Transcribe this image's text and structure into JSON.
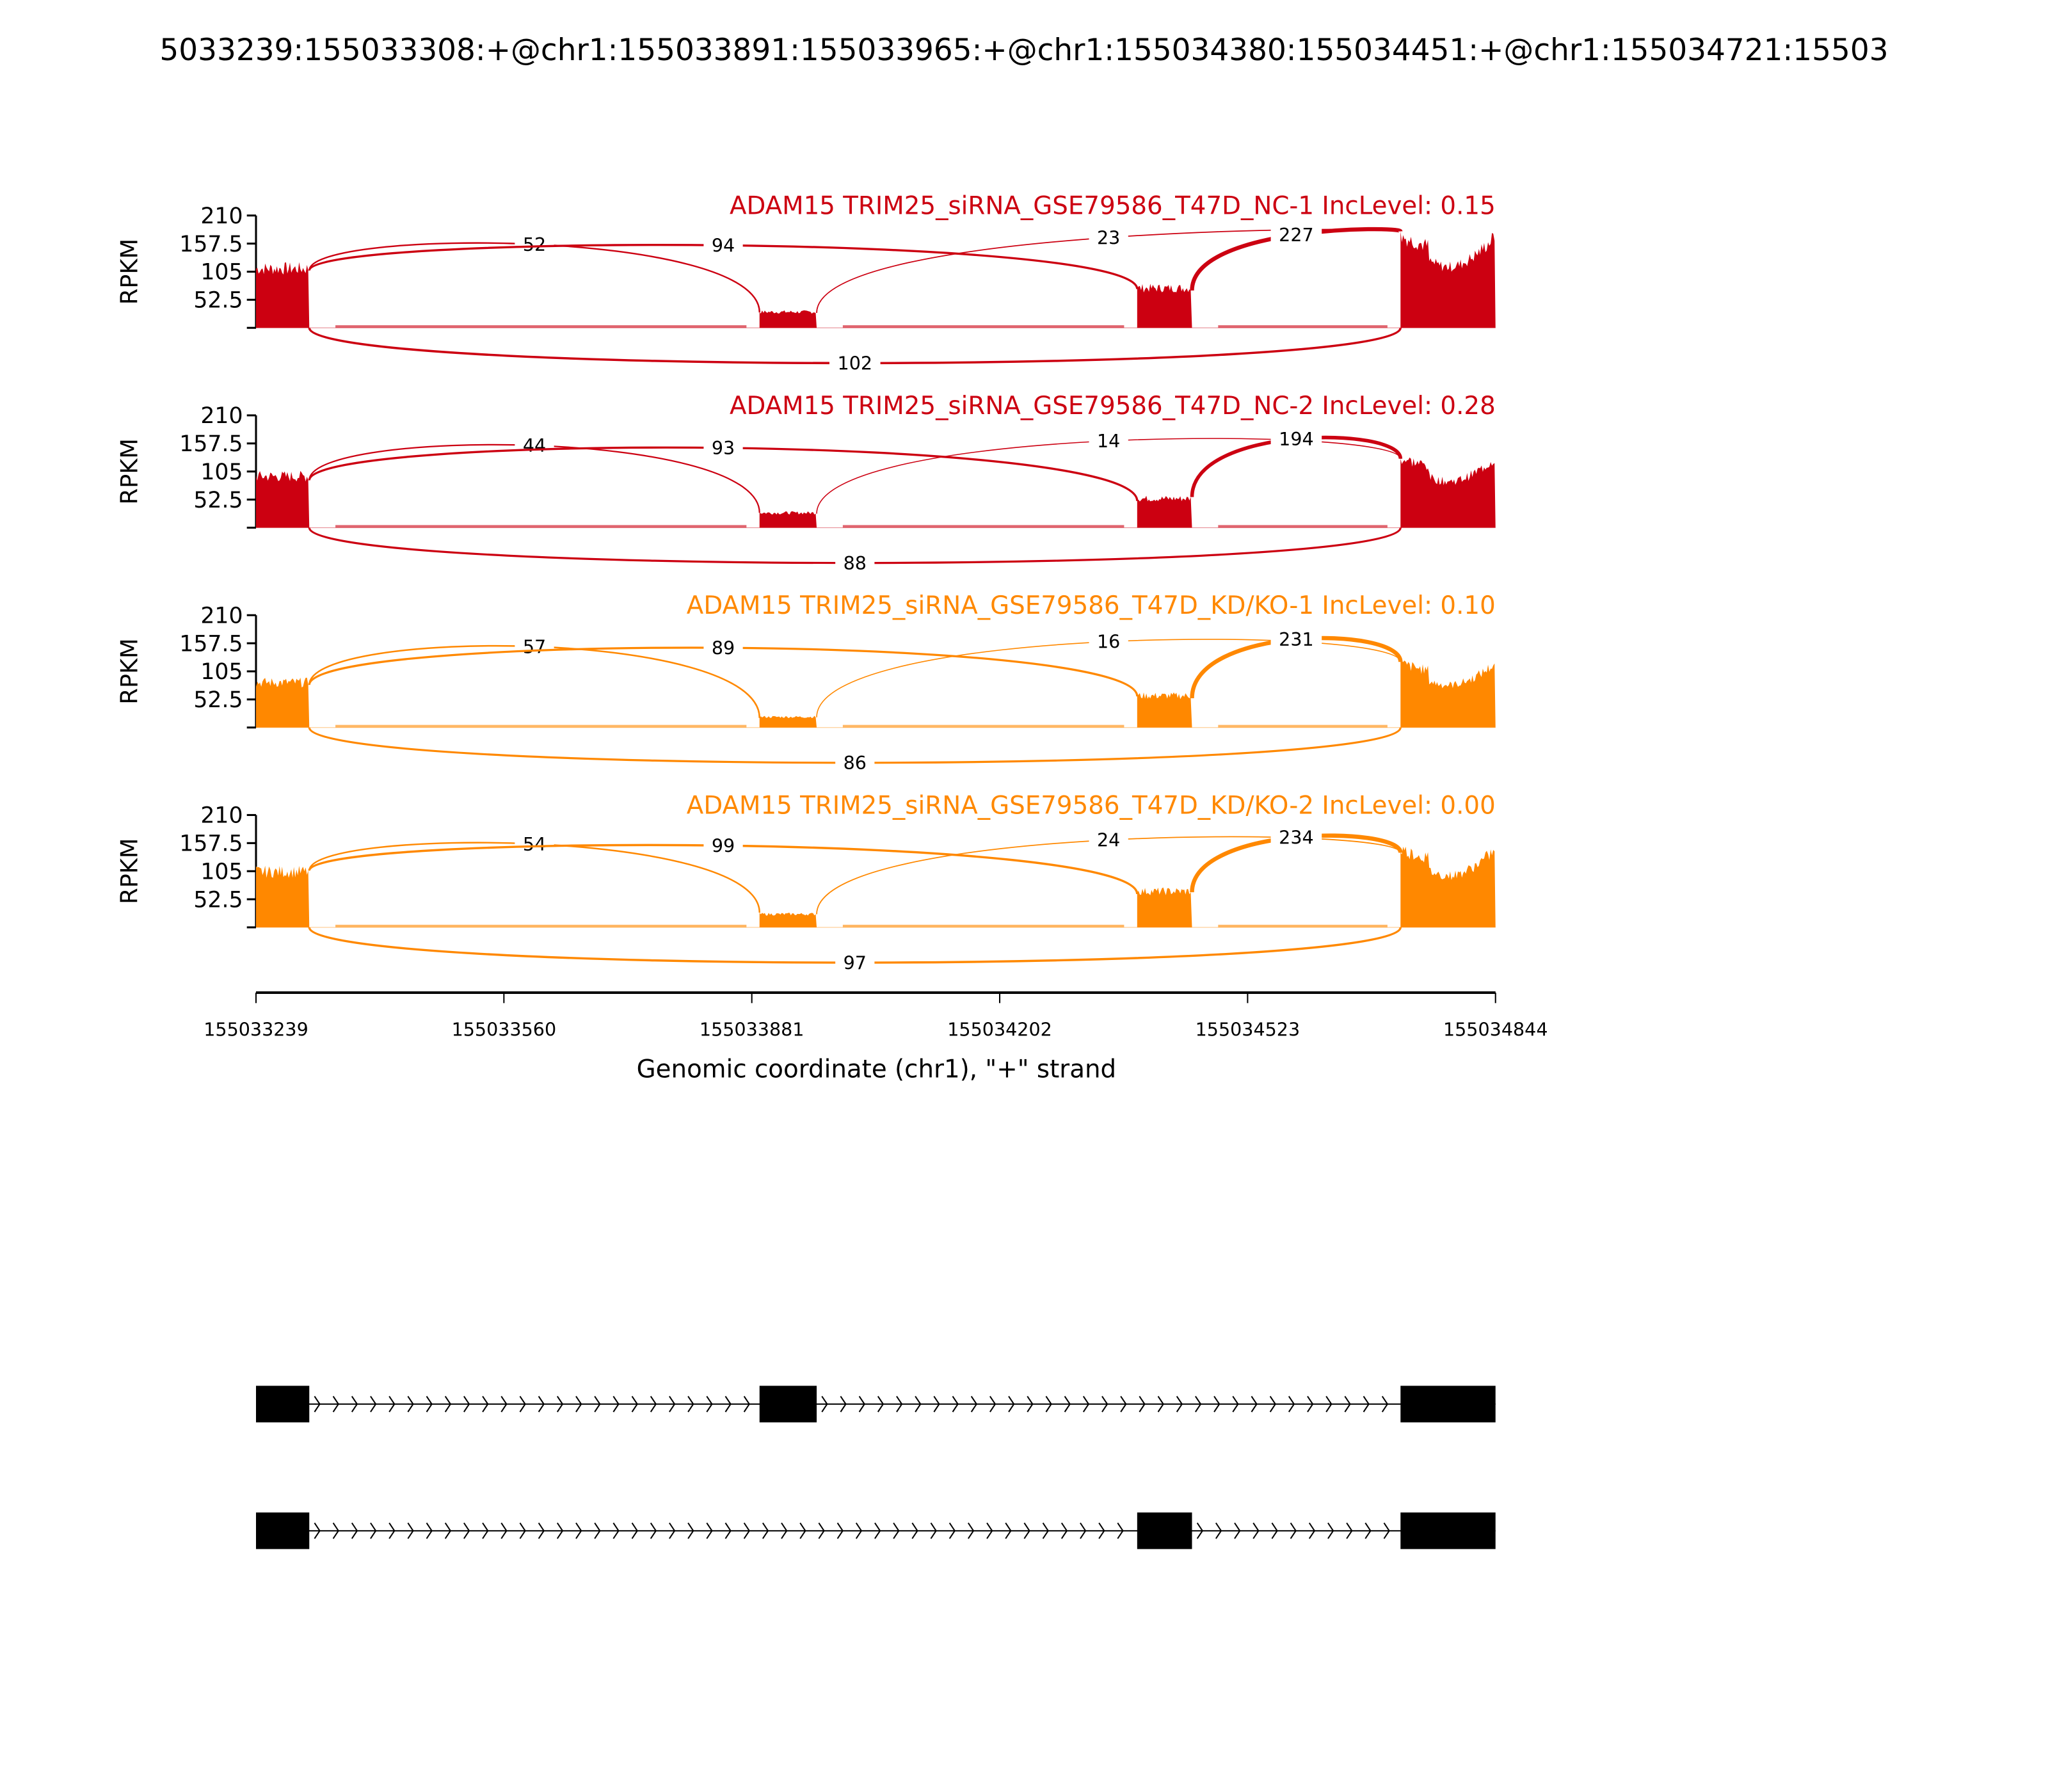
{
  "chart_data": {
    "type": "sashimi",
    "title": "5033239:155033308:+@chr1:155033891:155033965:+@chr1:155034380:155034451:+@chr1:155034721:15503",
    "xlabel": "Genomic coordinate (chr1), \"+\" strand",
    "ylabel": "RPKM",
    "xlim": [
      155033239,
      155034844
    ],
    "ylim": [
      0,
      210
    ],
    "yticks": [
      "52.5",
      "105",
      "157.5",
      "210"
    ],
    "xticks": [
      "155033239",
      "155033560",
      "155033881",
      "155034202",
      "155034523",
      "155034844"
    ],
    "exons": [
      [
        155033239,
        155033308
      ],
      [
        155033891,
        155033965
      ],
      [
        155034380,
        155034451
      ],
      [
        155034721,
        155034844
      ]
    ],
    "colors": {
      "NC": "#cc0011",
      "KD": "#ff8800"
    },
    "panels": [
      {
        "title": "ADAM15 TRIM25_siRNA_GSE79586_T47D_NC-1 IncLevel: 0.15",
        "color": "#cc0011",
        "exon_rpkm": [
          112,
          30,
          75,
          165
        ],
        "junctions": [
          {
            "from": 0,
            "to": 1,
            "count": "52"
          },
          {
            "from": 0,
            "to": 2,
            "count": "94"
          },
          {
            "from": 1,
            "to": 3,
            "count": "23"
          },
          {
            "from": 2,
            "to": 3,
            "count": "227"
          },
          {
            "from": 0,
            "to": 3,
            "count": "102",
            "below": true
          }
        ]
      },
      {
        "title": "ADAM15 TRIM25_siRNA_GSE79586_T47D_NC-2 IncLevel: 0.28",
        "color": "#cc0011",
        "exon_rpkm": [
          97,
          28,
          55,
          125
        ],
        "junctions": [
          {
            "from": 0,
            "to": 1,
            "count": "44"
          },
          {
            "from": 0,
            "to": 2,
            "count": "93"
          },
          {
            "from": 1,
            "to": 3,
            "count": "14"
          },
          {
            "from": 2,
            "to": 3,
            "count": "194"
          },
          {
            "from": 0,
            "to": 3,
            "count": "88",
            "below": true
          }
        ]
      },
      {
        "title": "ADAM15 TRIM25_siRNA_GSE79586_T47D_KD/KO-1 IncLevel: 0.10",
        "color": "#ff8800",
        "exon_rpkm": [
          85,
          20,
          60,
          115
        ],
        "junctions": [
          {
            "from": 0,
            "to": 1,
            "count": "57"
          },
          {
            "from": 0,
            "to": 2,
            "count": "89"
          },
          {
            "from": 1,
            "to": 3,
            "count": "16"
          },
          {
            "from": 2,
            "to": 3,
            "count": "231"
          },
          {
            "from": 0,
            "to": 3,
            "count": "86",
            "below": true
          }
        ]
      },
      {
        "title": "ADAM15 TRIM25_siRNA_GSE79586_T47D_KD/KO-2 IncLevel: 0.00",
        "color": "#ff8800",
        "exon_rpkm": [
          105,
          25,
          68,
          140
        ],
        "junctions": [
          {
            "from": 0,
            "to": 1,
            "count": "54"
          },
          {
            "from": 0,
            "to": 2,
            "count": "99"
          },
          {
            "from": 1,
            "to": 3,
            "count": "24"
          },
          {
            "from": 2,
            "to": 3,
            "count": "234"
          },
          {
            "from": 0,
            "to": 3,
            "count": "97",
            "below": true
          }
        ]
      }
    ],
    "isoforms": [
      [
        0,
        1,
        3
      ],
      [
        0,
        2,
        3
      ]
    ]
  }
}
